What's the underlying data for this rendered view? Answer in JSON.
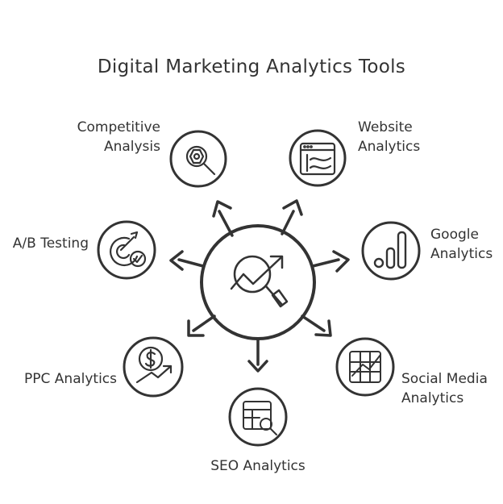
{
  "title": "Digital Marketing Analytics Tools",
  "colors": {
    "stroke": "#333333",
    "background": "#ffffff",
    "text": "#333333"
  },
  "hub": {
    "icon": "chart-magnifier-icon"
  },
  "tools": [
    {
      "id": "competitive",
      "lines": [
        "Competitive",
        "Analysis"
      ],
      "icon": "magnifier-gear-icon"
    },
    {
      "id": "website",
      "lines": [
        "Website",
        "Analytics"
      ],
      "icon": "browser-chart-icon"
    },
    {
      "id": "google",
      "lines": [
        "Google",
        "Analytics"
      ],
      "icon": "bar-chart-icon"
    },
    {
      "id": "social",
      "lines": [
        "Social Media",
        "Analytics"
      ],
      "icon": "grid-chart-icon"
    },
    {
      "id": "seo",
      "lines": [
        "SEO Analytics"
      ],
      "icon": "table-search-icon"
    },
    {
      "id": "ppc",
      "lines": [
        "PPC Analytics"
      ],
      "icon": "dollar-growth-icon"
    },
    {
      "id": "ab",
      "lines": [
        "A/B Testing"
      ],
      "icon": "target-check-icon"
    }
  ]
}
